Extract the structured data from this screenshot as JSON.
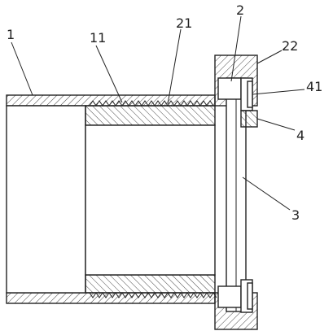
{
  "labels": {
    "l1": "1",
    "l11": "11",
    "l21": "21",
    "l2": "2",
    "l22": "22",
    "l41": "41",
    "l4": "4",
    "l3": "3"
  }
}
